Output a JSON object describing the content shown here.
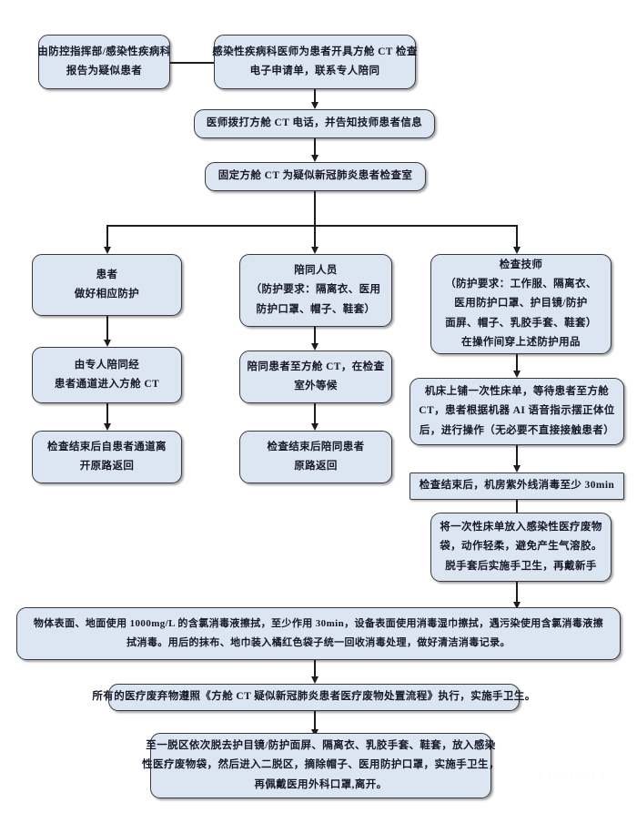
{
  "diagram": {
    "title": "方舱 CT 疑似新冠肺炎患者检查流程",
    "type": "flowchart",
    "colors": {
      "node_fill": "#dce6f2",
      "node_border": "#3a3a3a",
      "connector": "#1c1c1c",
      "text": "#17172b",
      "background": "#ffffff"
    },
    "watermark": "· ·· ··· ·· ·"
  },
  "nodes": {
    "n1": {
      "id": "n1",
      "lines": [
        "由防控指挥部/感染性疾病科",
        "报告为疑似患者"
      ]
    },
    "n2": {
      "id": "n2",
      "lines": [
        "感染性疾病科医师为患者开具方舱 CT 检查",
        "电子申请单，联系专人陪同"
      ]
    },
    "n3": {
      "id": "n3",
      "lines": [
        "医师拨打方舱 CT 电话，并告知技师患者信息"
      ]
    },
    "n4": {
      "id": "n4",
      "lines": [
        "固定方舱 CT 为疑似新冠肺炎患者检查室"
      ]
    },
    "p1": {
      "id": "p1",
      "lines": [
        "患者",
        "做好相应防护"
      ]
    },
    "p2": {
      "id": "p2",
      "lines": [
        "由专人陪同经",
        "患者通道进入方舱 CT"
      ]
    },
    "p3": {
      "id": "p3",
      "lines": [
        "检查结束后自患者通道离",
        "开原路返回"
      ]
    },
    "a1": {
      "id": "a1",
      "lines": [
        "陪同人员",
        "（防护要求：隔离衣、医用",
        "防护口罩、帽子、鞋套）"
      ]
    },
    "a2": {
      "id": "a2",
      "lines": [
        "陪同患者至方舱 CT，在检查",
        "室外等候"
      ]
    },
    "a3": {
      "id": "a3",
      "lines": [
        "检查结束后陪同患者",
        "原路返回"
      ]
    },
    "t1": {
      "id": "t1",
      "lines": [
        "检查技师",
        "（防护要求：工作服、隔离衣、",
        "医用防护口罩、护目镜/防护",
        "面屏、帽子、乳胶手套、鞋套）",
        "在操作间穿上述防护用品"
      ]
    },
    "t2": {
      "id": "t2",
      "lines": [
        "机床上铺一次性床单，等待患者至方舱",
        "CT，患者根据机器 AI 语音指示摆正体位",
        "后，进行操作（无必要不直接接触患者）"
      ]
    },
    "t3": {
      "id": "t3",
      "lines": [
        "检查结束后，机房紫外线消毒至少 30min"
      ]
    },
    "t4": {
      "id": "t4",
      "lines": [
        "将一次性床单放入感染性医疗废物",
        "袋，动作轻柔，避免产生气溶胶。",
        "脱手套后实施手卫生，再戴新手"
      ]
    },
    "w1": {
      "id": "w1",
      "lines": [
        "物体表面、地面使用 1000mg/L 的含氯消毒液擦拭，至少作用 30min，设备表面使用消毒湿巾擦拭，遇污染使用含氯消毒液擦",
        "拭消毒。用后的抹布、地巾装入橘红色袋子统一回收消毒处理，做好清洁消毒记录。"
      ]
    },
    "w2": {
      "id": "w2",
      "lines": [
        "所有的医疗废弃物遵照《方舱 CT 疑似新冠肺炎患者医疗废物处置流程》执行，实施手卫生。"
      ]
    },
    "w3": {
      "id": "w3",
      "lines": [
        "至一脱区依次脱去护目镜/防护面屏、隔离衣、乳胶手套、鞋套，放入感染",
        "性医疗废物袋，然后进入二脱区，摘除帽子、医用防护口罩，实施手卫生，",
        "再佩戴医用外科口罩,离开。"
      ]
    }
  }
}
